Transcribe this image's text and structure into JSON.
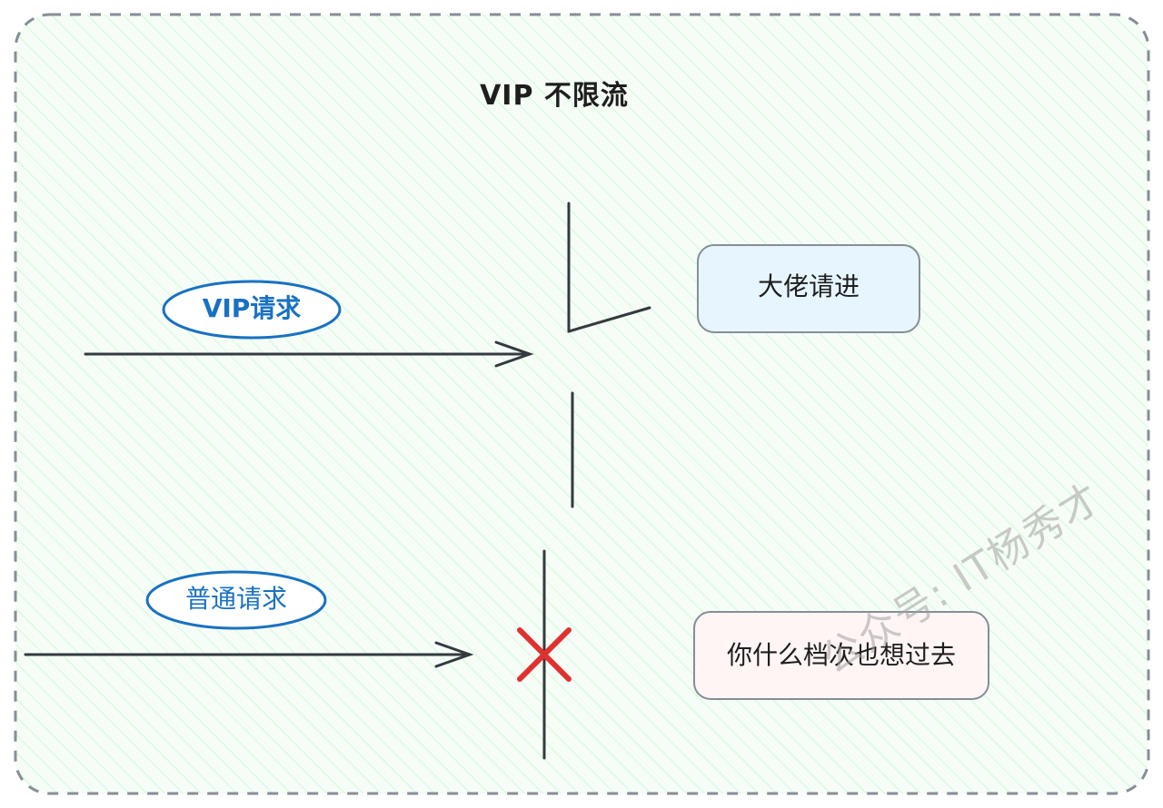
{
  "diagram": {
    "title": "VIP  不限流",
    "vip_request_label": "VIP请求",
    "normal_request_label": "普通请求",
    "vip_result": "大佬请进",
    "normal_result": "你什么档次也想过去",
    "watermark": "公众号: IT杨秀才"
  },
  "colors": {
    "frame_bg": "#ebfbee",
    "frame_hatch": "#b2f2bb",
    "frame_border": "#868e96",
    "ellipse_stroke": "#1971c2",
    "vip_box_fill": "#e7f5ff",
    "normal_box_fill": "#fff5f5",
    "cross": "#e03131",
    "line": "#1e1e1e"
  }
}
